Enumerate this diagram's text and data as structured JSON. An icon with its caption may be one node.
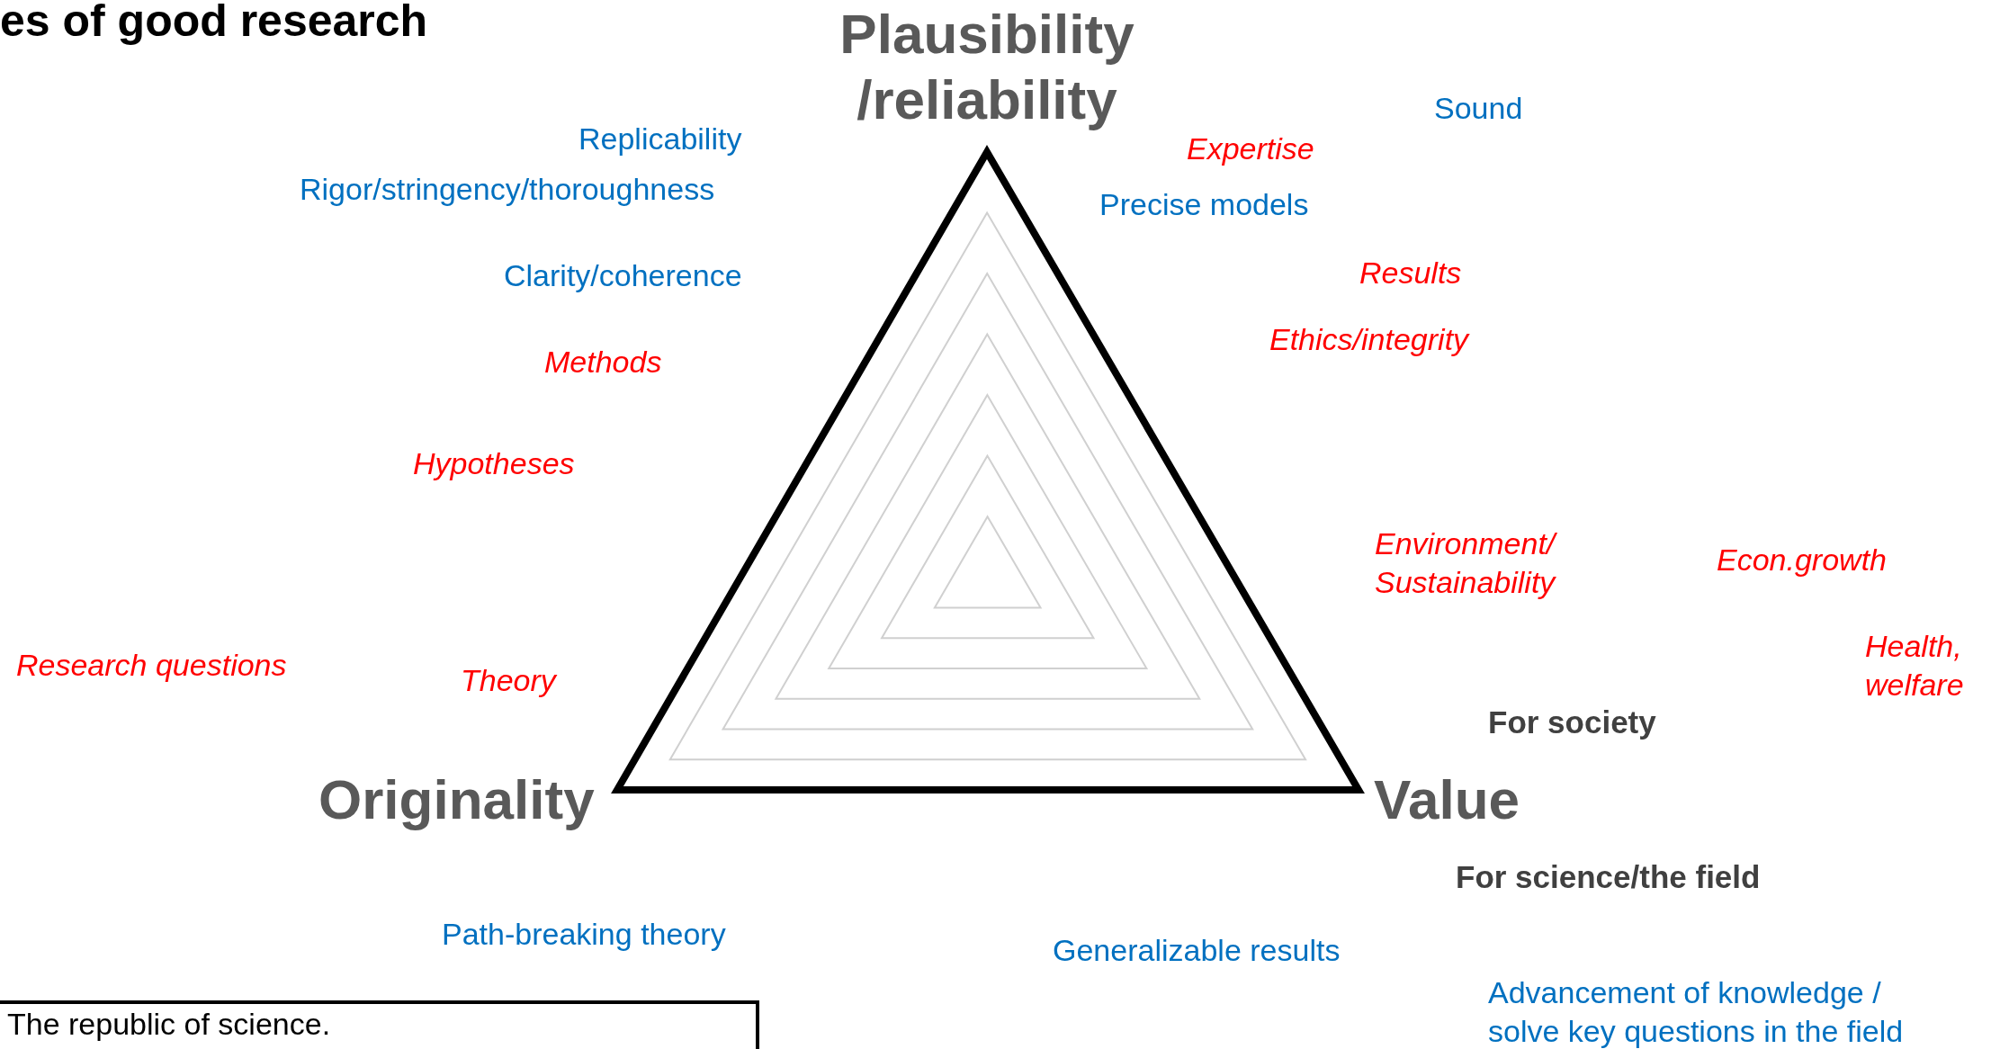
{
  "diagram": {
    "title": "es of good research",
    "nodes": [
      {
        "text": [
          "The republic of science."
        ]
      }
    ],
    "labels": [
      "Plausibility /reliability",
      "Sound",
      "Replicability",
      "Expertise",
      "Rigor/stringency/thoroughness",
      "Precise models",
      "Clarity/coherence",
      "Results",
      "Ethics/integrity",
      "Methods",
      "Hypotheses",
      "Environment/ Sustainability",
      "Econ.growth",
      "Health, welfare",
      "Research questions",
      "Theory",
      "For society",
      "Originality",
      "Value",
      "For science/the field",
      "Path-breaking theory",
      "Generalizable results",
      "Advancement of knowledge / solve key questions in the field"
    ]
  }
}
